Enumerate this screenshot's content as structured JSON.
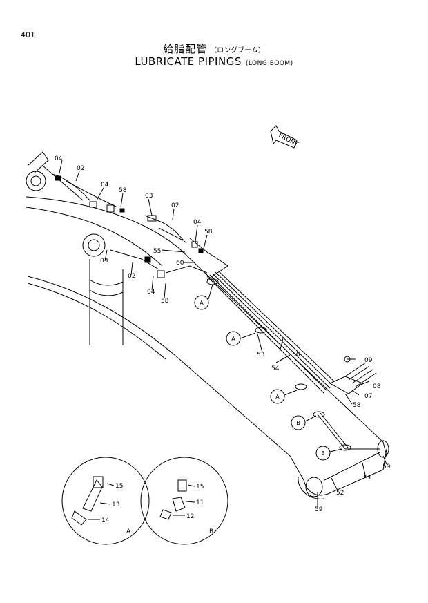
{
  "page_number": "401",
  "title_jp": "給脂配管",
  "title_jp_sub": "（ロングブーム）",
  "title_en": "LUBRICATE PIPINGS",
  "title_en_sub": "(LONG BOOM)",
  "front_label": "FRONT",
  "parts": {
    "p02a": "02",
    "p02b": "02",
    "p02c": "02",
    "p03a": "03",
    "p03b": "03",
    "p04a": "04",
    "p04b": "04",
    "p04c": "04",
    "p04d": "04",
    "p58a": "58",
    "p58b": "58",
    "p58c": "58",
    "p58d": "58",
    "p55": "55",
    "p60": "60",
    "p53": "53",
    "p54": "54",
    "p56": "56",
    "p09": "09",
    "p08": "08",
    "p07": "07",
    "p51": "51",
    "p52": "52",
    "p59a": "59",
    "p59b": "59",
    "p15a": "15",
    "p13": "13",
    "p14": "14",
    "p15b": "15",
    "p11": "11",
    "p12": "12"
  },
  "bubbles": {
    "a1": "A",
    "a2": "A",
    "a3": "A",
    "b1": "B",
    "b2": "B"
  },
  "detail_labels": {
    "detail_a": "A",
    "detail_b": "B"
  }
}
